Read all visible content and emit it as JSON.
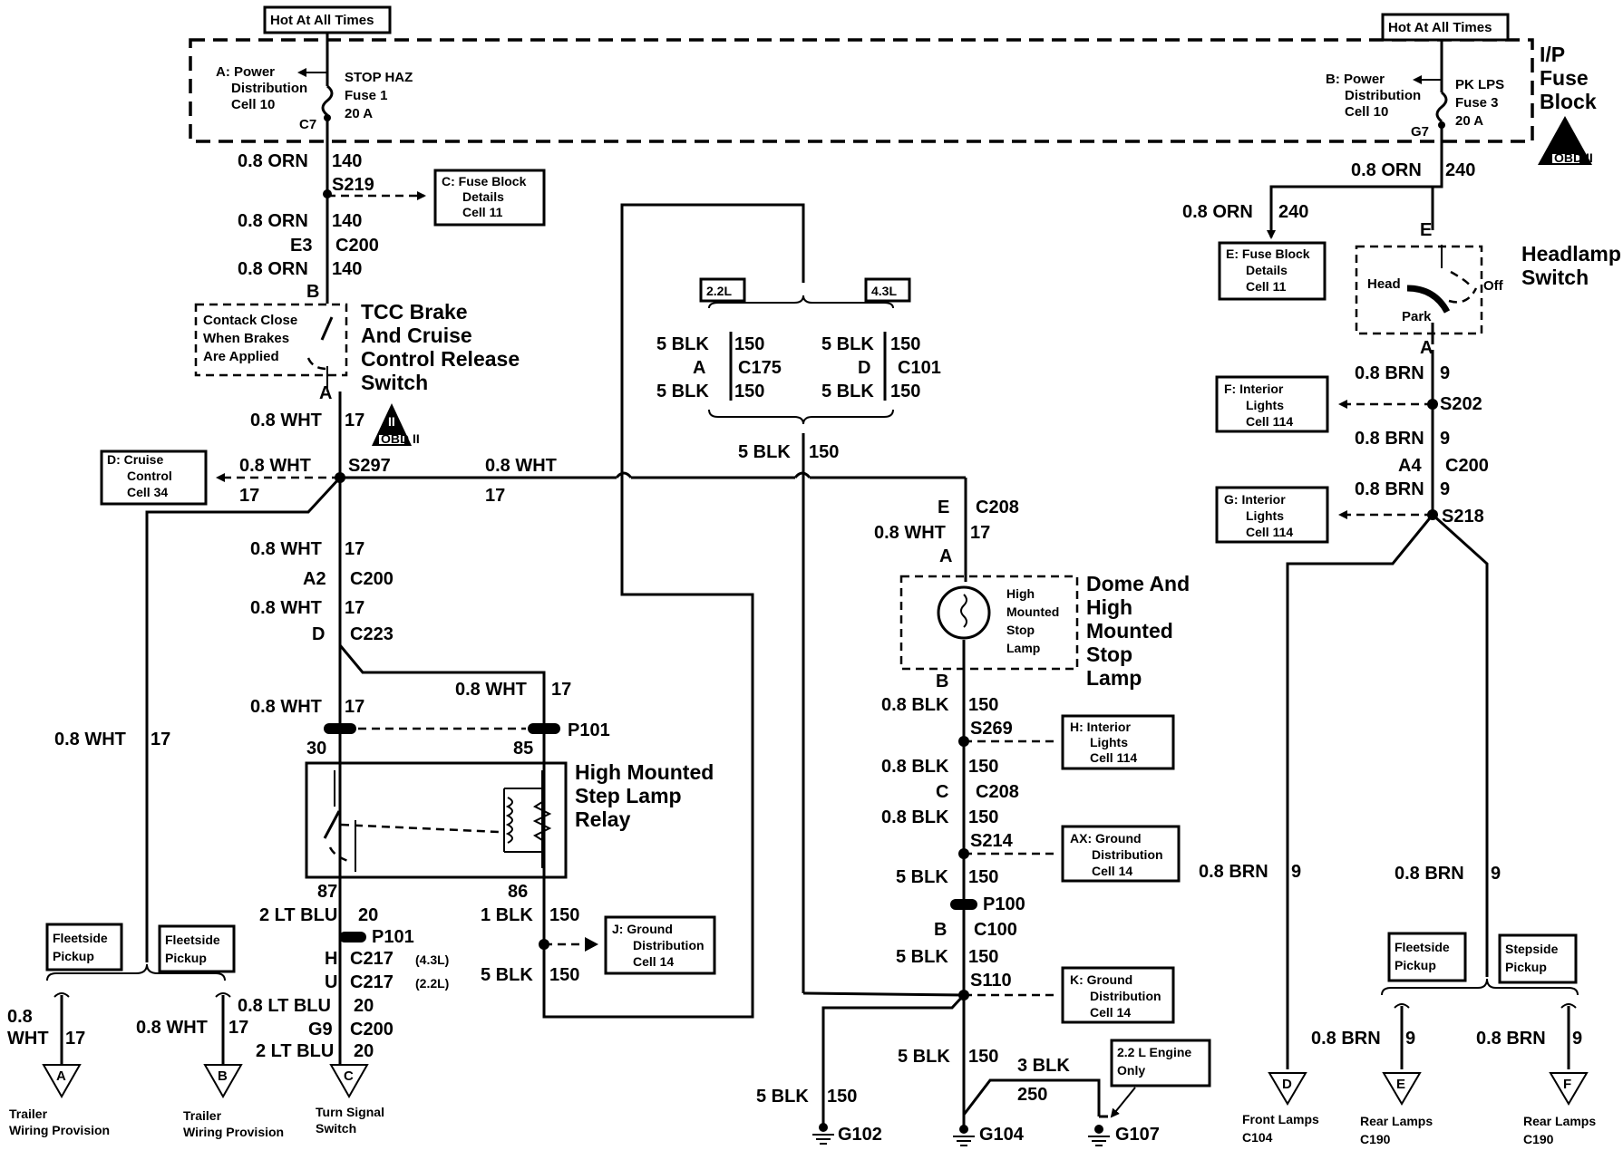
{
  "hot": "Hot At All Times",
  "fuse_block_title": [
    "I/P",
    "Fuse",
    "Block"
  ],
  "obd": "OBD II",
  "obd_roman": "II",
  "refs": {
    "a": [
      "A: Power",
      "Distribution",
      "Cell 10"
    ],
    "b": [
      "B: Power",
      "Distribution",
      "Cell 10"
    ],
    "c": [
      "C: Fuse Block",
      "Details",
      "Cell 11"
    ],
    "d": [
      "D: Cruise",
      "Control",
      "Cell 34"
    ],
    "e": [
      "E: Fuse Block",
      "Details",
      "Cell 11"
    ],
    "f": [
      "F: Interior",
      "Lights",
      "Cell 114"
    ],
    "g": [
      "G: Interior",
      "Lights",
      "Cell 114"
    ],
    "h": [
      "H: Interior",
      "Lights",
      "Cell 114"
    ],
    "j": [
      "J: Ground",
      "Distribution",
      "Cell 14"
    ],
    "ax": [
      "AX: Ground",
      "Distribution",
      "Cell 14"
    ],
    "k": [
      "K: Ground",
      "Distribution",
      "Cell 14"
    ]
  },
  "fuse1": [
    "STOP HAZ",
    "Fuse 1",
    "20 A"
  ],
  "fuse3": [
    "PK LPS",
    "Fuse 3",
    "20 A"
  ],
  "c7": "C7",
  "g7": "G7",
  "left": {
    "w1": "0.8 ORN",
    "n1": "140",
    "s219": "S219",
    "w2": "0.8 ORN",
    "n2": "140",
    "e3": "E3",
    "c200a": "C200",
    "w3": "0.8 ORN",
    "n3": "140",
    "b": "B",
    "tcc_note": [
      "Contack Close",
      "When Brakes",
      "Are Applied"
    ],
    "tcc": [
      "TCC Brake",
      "And Cruise",
      "Control Release",
      "Switch"
    ],
    "a": "A",
    "w4": "0.8 WHT",
    "n4": "17",
    "w5": "0.8 WHT",
    "n5": "17",
    "s297": "S297",
    "w6": "0.8 WHT",
    "n6": "17",
    "w7": "0.8 WHT",
    "n7": "17",
    "a2": "A2",
    "c200b": "C200",
    "w8": "0.8 WHT",
    "n8": "17",
    "d": "D",
    "c223": "C223",
    "w9": "0.8 WHT",
    "n9": "17",
    "w10": "0.8 WHT",
    "n10": "17",
    "p101": "P101",
    "t30": "30",
    "t85": "85",
    "relay": [
      "High Mounted",
      "Step Lamp",
      "Relay"
    ],
    "t87": "87",
    "t86": "86",
    "w11": "2 LT BLU",
    "n11": "20",
    "w12": "1 BLK",
    "n12": "150",
    "p101b": "P101",
    "h": "H",
    "c217a": "C217",
    "c217a_sub": "(4.3L)",
    "u": "U",
    "c217b": "C217",
    "c217b_sub": "(2.2L)",
    "w13": "5 BLK",
    "n13": "150",
    "w14": "0.8 LT BLU",
    "n14": "20",
    "g9": "G9",
    "c200c": "C200",
    "w15": "2 LT BLU",
    "n15": "20",
    "w16": "0.8 WHT",
    "n16": "17",
    "fleetside1": [
      "Fleetside",
      "Pickup"
    ],
    "fleetside2": [
      "Fleetside",
      "Pickup"
    ],
    "w17": [
      "0.8",
      "WHT"
    ],
    "n17": "17",
    "w18": "0.8 WHT",
    "n18": "17",
    "arrA": "A",
    "arrB": "B",
    "arrC": "C",
    "capA": [
      "Trailer",
      "Wiring Provision"
    ],
    "capB": [
      "Trailer",
      "Wiring Provision"
    ],
    "capC": [
      "Turn Signal",
      "Switch"
    ]
  },
  "mid": {
    "opt1": "2.2L",
    "opt2": "4.3L",
    "wa1": "5 BLK",
    "na1": "150",
    "ca": "A",
    "c175": "C175",
    "wa2": "5 BLK",
    "na2": "150",
    "wb1": "5 BLK",
    "nb1": "150",
    "cb": "D",
    "c101": "C101",
    "wb2": "5 BLK",
    "nb2": "150",
    "wc": "5 BLK",
    "nc": "150",
    "e": "E",
    "c208a": "C208",
    "w1": "0.8 WHT",
    "n1": "17",
    "a": "A",
    "lamp_inner": [
      "High",
      "Mounted",
      "Stop",
      "Lamp"
    ],
    "lamp": [
      "Dome And",
      "High",
      "Mounted",
      "Stop",
      "Lamp"
    ],
    "b": "B",
    "w2": "0.8 BLK",
    "n2": "150",
    "s269": "S269",
    "w3": "0.8 BLK",
    "n3": "150",
    "c": "C",
    "c208b": "C208",
    "w4": "0.8 BLK",
    "n4": "150",
    "s214": "S214",
    "w5": "5 BLK",
    "n5": "150",
    "p100": "P100",
    "bb": "B",
    "c100": "C100",
    "w6": "5 BLK",
    "n6": "150",
    "s110": "S110",
    "w7": "5 BLK",
    "n7": "150",
    "w8": "3 BLK",
    "n8": "250",
    "w9": "5 BLK",
    "n9": "150",
    "engine": [
      "2.2 L Engine",
      "Only"
    ],
    "g102": "G102",
    "g104": "G104",
    "g107": "G107"
  },
  "right": {
    "w1": "0.8 ORN",
    "n1": "240",
    "w2": "0.8 ORN",
    "n2": "240",
    "e": "E",
    "hs": [
      "Headlamp",
      "Switch"
    ],
    "head": "Head",
    "off": "Off",
    "park": "Park",
    "a": "A",
    "w3": "0.8 BRN",
    "n3": "9",
    "s202": "S202",
    "w4": "0.8 BRN",
    "n4": "9",
    "a4": "A4",
    "c200": "C200",
    "w5": "0.8 BRN",
    "n5": "9",
    "s218": "S218",
    "w6": "0.8 BRN",
    "n6": "9",
    "w7": "0.8 BRN",
    "n7": "9",
    "fleetside": [
      "Fleetside",
      "Pickup"
    ],
    "stepside": [
      "Stepside",
      "Pickup"
    ],
    "w8": "0.8 BRN",
    "n8": "9",
    "w9": "0.8 BRN",
    "n9": "9",
    "arrD": "D",
    "arrE": "E",
    "arrF": "F",
    "capD": [
      "Front Lamps",
      "C104"
    ],
    "capE": [
      "Rear Lamps",
      "C190"
    ],
    "capF": [
      "Rear Lamps",
      "C190"
    ]
  }
}
